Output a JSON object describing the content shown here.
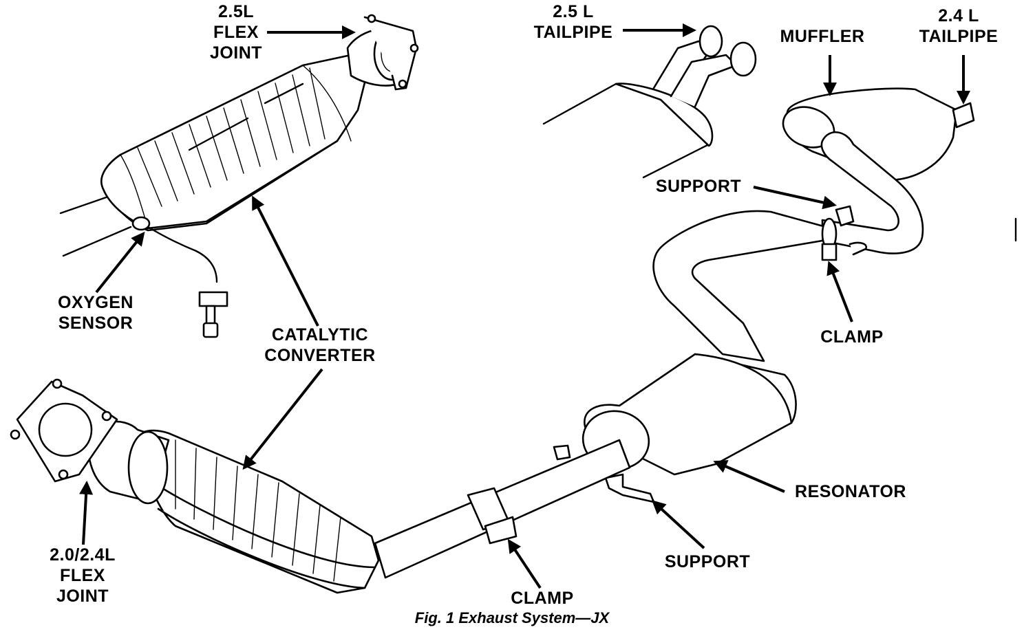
{
  "labels": {
    "flex_joint_25": [
      "2.5L",
      "FLEX",
      "JOINT"
    ],
    "tailpipe_25": [
      "2.5 L",
      "TAILPIPE"
    ],
    "muffler": [
      "MUFFLER"
    ],
    "tailpipe_24": [
      "2.4 L",
      "TAILPIPE"
    ],
    "support_upper": [
      "SUPPORT"
    ],
    "clamp_upper": [
      "CLAMP"
    ],
    "oxygen_sensor": [
      "OXYGEN",
      "SENSOR"
    ],
    "catalytic_converter": [
      "CATALYTIC",
      "CONVERTER"
    ],
    "resonator": [
      "RESONATOR"
    ],
    "support_lower": [
      "SUPPORT"
    ],
    "flex_joint_2024": [
      "2.0/2.4L",
      "FLEX",
      "JOINT"
    ],
    "clamp_lower": [
      "CLAMP"
    ]
  },
  "caption": "Fig. 1 Exhaust System—JX"
}
